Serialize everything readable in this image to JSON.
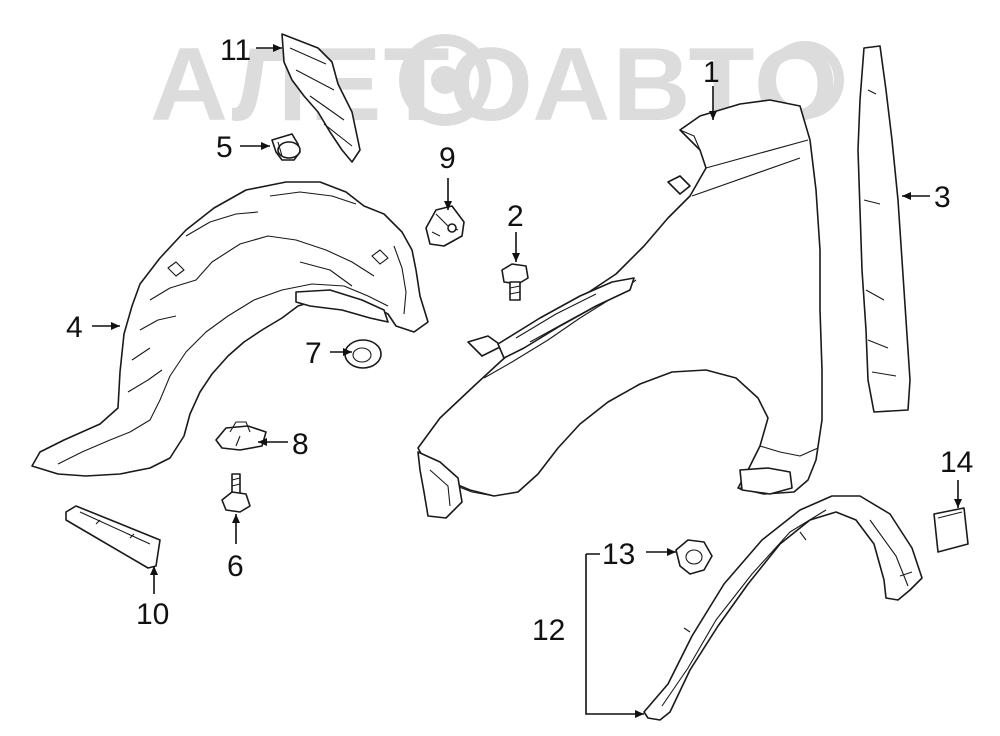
{
  "watermark": {
    "text": "АЛЕТОАВТО"
  },
  "colors": {
    "line": "#1a1a1a",
    "watermark": "#dcdcdc",
    "background": "#ffffff"
  },
  "callouts": {
    "c1": "1",
    "c2": "2",
    "c3": "3",
    "c4": "4",
    "c5": "5",
    "c6": "6",
    "c7": "7",
    "c8": "8",
    "c9": "9",
    "c10": "10",
    "c11": "11",
    "c12": "12",
    "c13": "13",
    "c14": "14"
  }
}
